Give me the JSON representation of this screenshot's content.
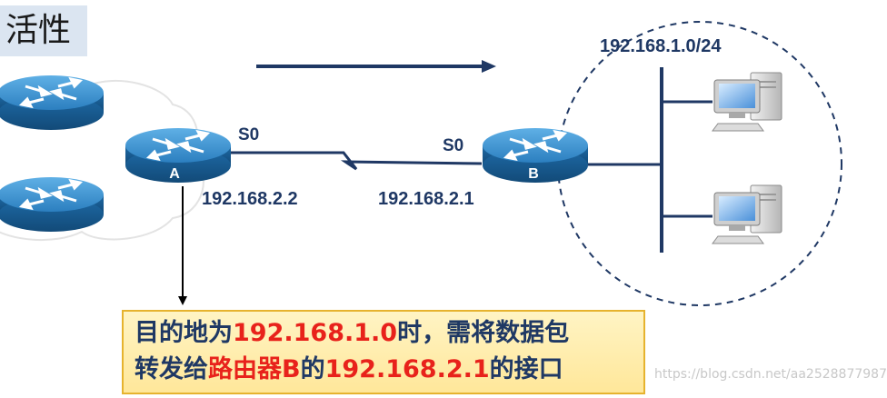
{
  "title": "活性",
  "network": {
    "label": "192.168.1.0/24"
  },
  "router_a": {
    "name": "A",
    "interface": "S0",
    "ip": "192.168.2.2"
  },
  "router_b": {
    "name": "B",
    "interface": "S0",
    "ip": "192.168.2.1"
  },
  "callout": {
    "line1_part1": "目的地为",
    "line1_part2": "192.168.1.0",
    "line1_part3": "时，需将数据包",
    "line2_part1": "转发给",
    "line2_part2": "路由器B",
    "line2_part3": "的",
    "line2_part4": "192.168.2.1",
    "line2_part5": "的接口"
  },
  "watermark": "https://blog.csdn.net/aa2528877987",
  "colors": {
    "line": "#1f3864",
    "router_top": "#3a8fcf",
    "router_side": "#1b5f96",
    "highlight": "#e8221b",
    "callout_bg": "#ffe9a3"
  },
  "icons": [
    "router-icon",
    "pc-icon",
    "cloud-shape",
    "arrow-right-icon",
    "arrow-down-icon"
  ]
}
